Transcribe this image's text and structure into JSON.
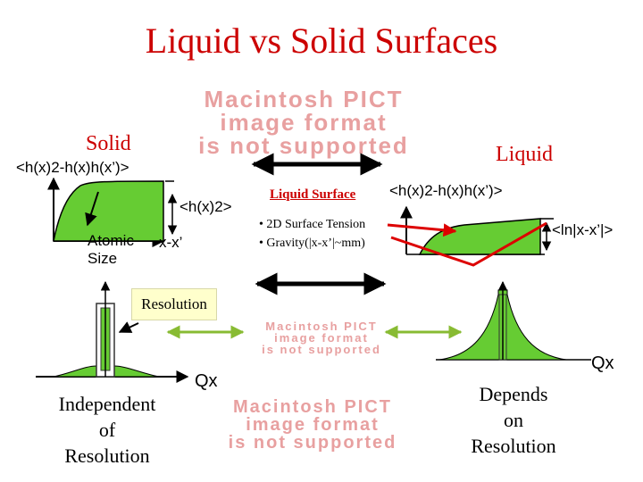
{
  "slide": {
    "title": "Liquid vs Solid Surfaces",
    "pict_placeholder": {
      "line1": "Macintosh PICT",
      "line2": "image format",
      "line3": "is not supported"
    },
    "solid_label": "Solid",
    "liquid_label": "Liquid",
    "solid_ylabel": "<h(x)2-h(x)h(x’)>",
    "solid_plateau_label": "<h(x)2>",
    "atomic_size_label": "Atomic Size",
    "solid_xaxis_label": "x-x’",
    "liquid_surface_label": "Liquid Surface",
    "bullet_1": "• 2D Surface Tension",
    "bullet_2": "• Gravity(|x-x’|~mm)",
    "liquid_ylabel": "<h(x)2-h(x)h(x’)>",
    "liquid_log_label": "<ln|x-x’|>",
    "resolution_label": "Resolution",
    "qx_left": "Qx",
    "qx_right": "Qx",
    "independent_text": [
      "Independent",
      "of",
      "Resolution"
    ],
    "depends_text": [
      "Depends",
      "on",
      "Resolution"
    ]
  },
  "colors": {
    "title": "#cc0000",
    "green": "#66cc33",
    "red": "#dd0000",
    "arrow_green": "#88bb33",
    "resolution_box": "#ffffcc"
  }
}
